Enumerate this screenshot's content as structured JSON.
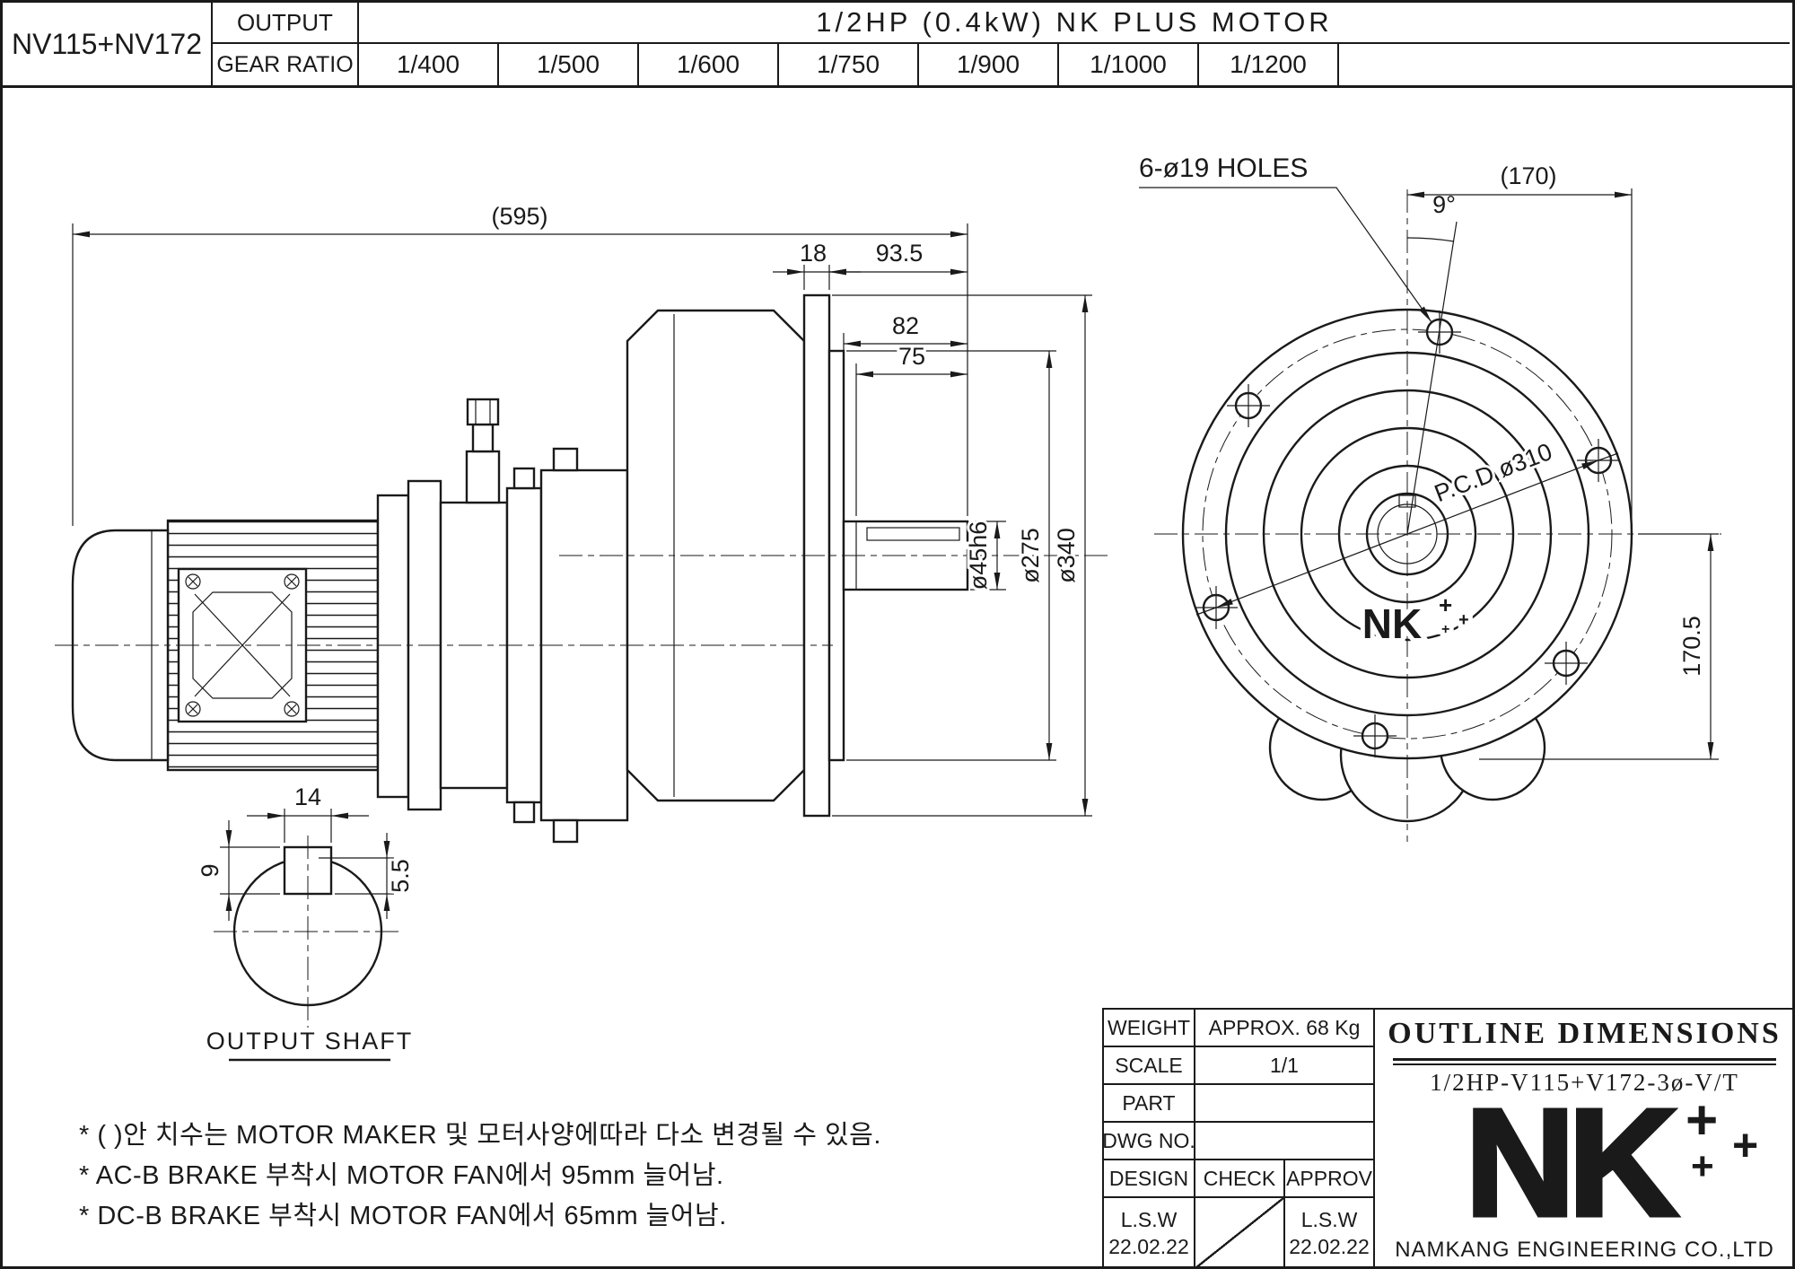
{
  "style": {
    "line_color": "#1a1a1a",
    "background": "#ffffff"
  },
  "header": {
    "model": "NV115+NV172",
    "output_label": "OUTPUT",
    "motor_spec": "1/2HP (0.4kW) NK PLUS MOTOR",
    "gear_ratio_label": "GEAR RATIO",
    "ratios": [
      "1/400",
      "1/500",
      "1/600",
      "1/750",
      "1/900",
      "1/1000",
      "1/1200"
    ]
  },
  "side_view": {
    "dim_overall": "(595)",
    "dim_flange_thickness": "18",
    "dim_extension": "93.5",
    "dim_shaft_length": "82",
    "dim_shaft_usable": "75",
    "dim_shaft_dia": "ø45h6",
    "dim_spigot_dia": "ø275",
    "dim_flange_dia": "ø340"
  },
  "front_view": {
    "holes_callout": "6-ø19 HOLES",
    "angle": "9°",
    "dim_half_width": "(170)",
    "pcd": "P.C.D ø310",
    "dim_center_to_bottom": "170.5",
    "logo": "NK"
  },
  "shaft_detail": {
    "key_width": "14",
    "key_height": "9",
    "key_depth": "5.5",
    "label": "OUTPUT SHAFT"
  },
  "notes": {
    "line1": "* ( )안 치수는 MOTOR MAKER 및 모터사양에따라 다소 변경될 수 있음.",
    "line2": "* AC-B BRAKE 부착시 MOTOR FAN에서 95mm 늘어남.",
    "line3": "* DC-B BRAKE 부착시 MOTOR FAN에서 65mm 늘어남."
  },
  "title_block": {
    "weight_label": "WEIGHT",
    "weight_value": "APPROX. 68 Kg",
    "scale_label": "SCALE",
    "scale_value": "1/1",
    "part_label": "PART",
    "dwg_no_label": "DWG NO.",
    "design_label": "DESIGN",
    "check_label": "CHECK",
    "approv_label": "APPROV",
    "design_sign": "L.S.W",
    "design_date": "22.02.22",
    "approv_sign": "L.S.W",
    "approv_date": "22.02.22",
    "title": "OUTLINE DIMENSIONS",
    "drawing_code": "1/2HP-V115+V172-3ø-V/T",
    "logo": "NK",
    "logo_plus": "+",
    "company": "NAMKANG ENGINEERING CO.,LTD"
  }
}
